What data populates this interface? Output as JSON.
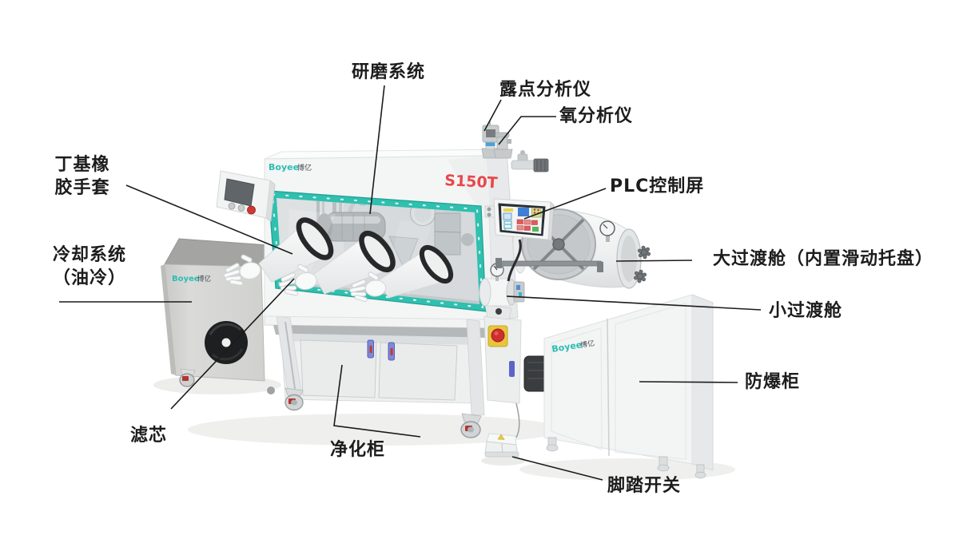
{
  "machine": {
    "model": "S150T",
    "brand": "Boyee",
    "brand_cn": "博亿"
  },
  "labels": {
    "grinding_system": "研磨系统",
    "dew_point_analyzer": "露点分析仪",
    "oxygen_analyzer": "氧分析仪",
    "butyl_gloves_line1": "丁基橡",
    "butyl_gloves_line2": "胶手套",
    "cooling_system_line1": "冷却系统",
    "cooling_system_line2": "（油冷）",
    "plc_screen": "PLC控制屏",
    "large_transfer_chamber": "大过渡舱（内置滑动托盘）",
    "small_transfer_chamber": "小过渡舱",
    "explosion_proof_cabinet": "防爆柜",
    "filter_element": "滤芯",
    "purification_cabinet": "净化柜",
    "foot_switch": "脚踏开关"
  },
  "colors": {
    "teal_frame": "#2fc0af",
    "brand_teal": "#2cbdb3",
    "model_red": "#e8474b",
    "label_text": "#1c1c1c"
  }
}
